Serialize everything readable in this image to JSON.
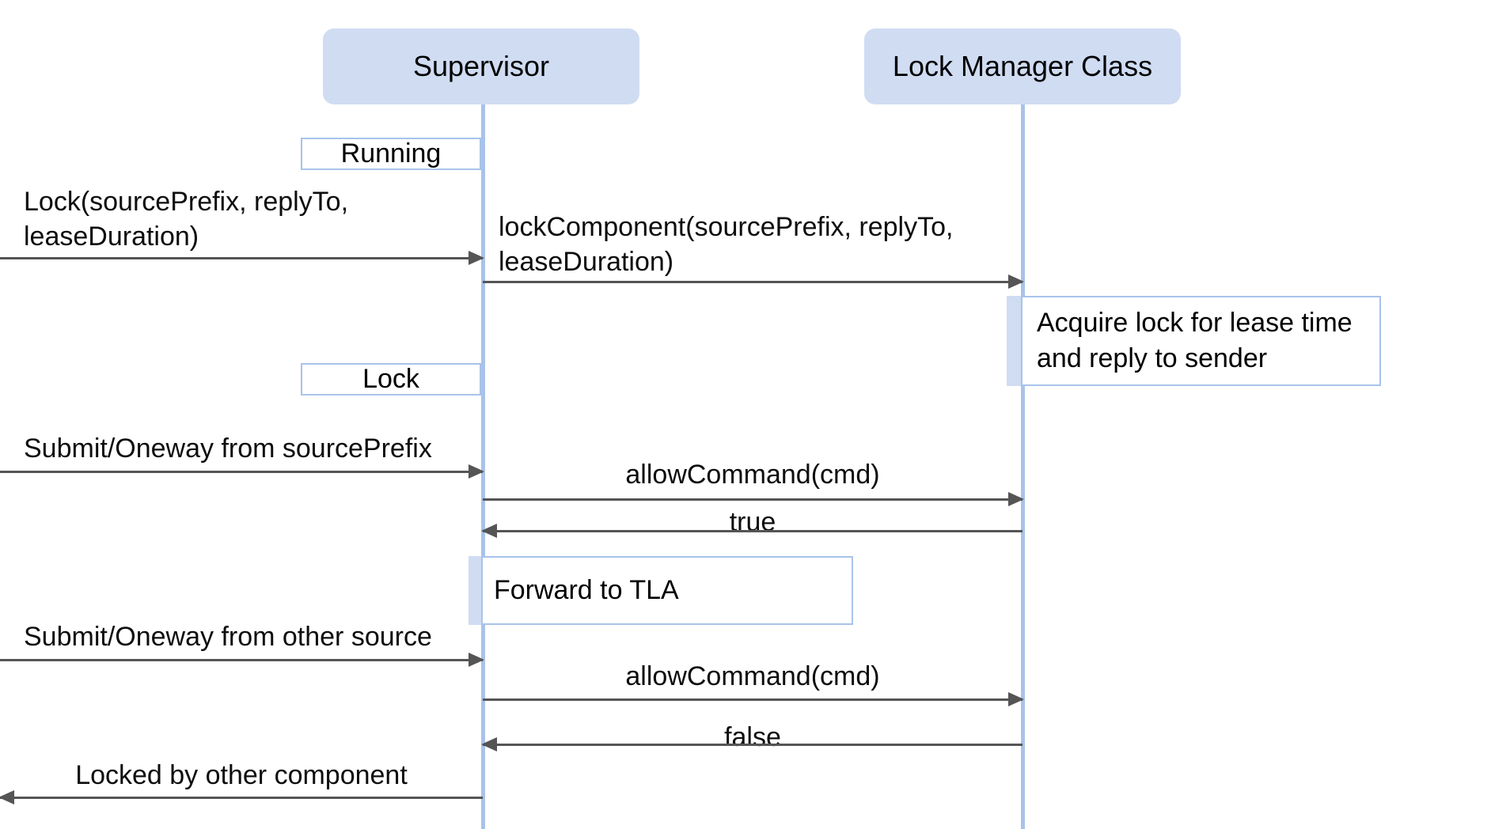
{
  "diagram": {
    "type": "uml-sequence-diagram",
    "colors": {
      "participant_fill": "#cfdcf2",
      "lifeline": "#a8c3ea",
      "note_border": "#a8c3ea",
      "arrow": "#555555",
      "text": "#000000",
      "background": "#ffffff"
    },
    "participants": [
      {
        "id": "supervisor",
        "label": "Supervisor"
      },
      {
        "id": "lock_manager",
        "label": "Lock Manager Class"
      }
    ],
    "state_labels": [
      {
        "id": "running",
        "label": "Running"
      },
      {
        "id": "lock",
        "label": "Lock"
      }
    ],
    "notes": [
      {
        "id": "acquire-note",
        "line1": "Acquire lock for lease time",
        "line2": " and reply to sender",
        "on": "lock_manager"
      },
      {
        "id": "forward-note",
        "line1": "Forward to TLA",
        "line2": "",
        "on": "supervisor"
      }
    ],
    "messages": [
      {
        "id": "m1",
        "label": "Lock(sourcePrefix, replyTo,\nleaseDuration)",
        "from": "external",
        "to": "supervisor",
        "direction": "right"
      },
      {
        "id": "m2",
        "label": "lockComponent(sourcePrefix, replyTo,\nleaseDuration)",
        "from": "supervisor",
        "to": "lock_manager",
        "direction": "right"
      },
      {
        "id": "m3",
        "label": "Submit/Oneway from sourcePrefix",
        "from": "external",
        "to": "supervisor",
        "direction": "right"
      },
      {
        "id": "m4",
        "label": "allowCommand(cmd)",
        "from": "supervisor",
        "to": "lock_manager",
        "direction": "right"
      },
      {
        "id": "m5",
        "label": "true",
        "from": "lock_manager",
        "to": "supervisor",
        "direction": "left"
      },
      {
        "id": "m6",
        "label": "Submit/Oneway from other source",
        "from": "external",
        "to": "supervisor",
        "direction": "right"
      },
      {
        "id": "m7",
        "label": "allowCommand(cmd)",
        "from": "supervisor",
        "to": "lock_manager",
        "direction": "right"
      },
      {
        "id": "m8",
        "label": "false",
        "from": "lock_manager",
        "to": "supervisor",
        "direction": "left"
      },
      {
        "id": "m9",
        "label": "Locked by other component",
        "from": "supervisor",
        "to": "external",
        "direction": "left"
      }
    ]
  }
}
